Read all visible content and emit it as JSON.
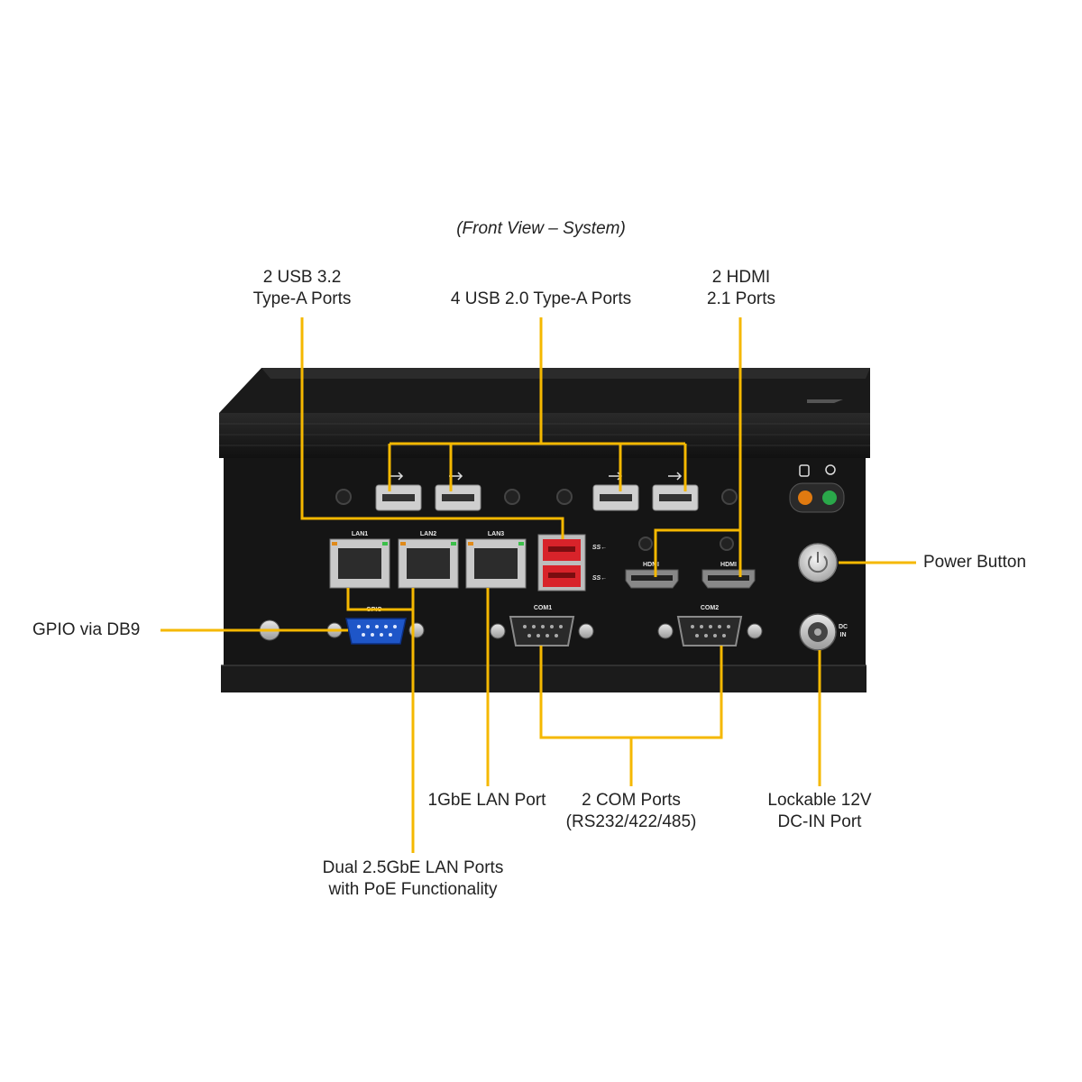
{
  "title": "(Front View – System)",
  "callouts": {
    "usb32": [
      "2 USB 3.2",
      "Type-A Ports"
    ],
    "usb20": [
      "4 USB 2.0 Type-A Ports"
    ],
    "hdmi": [
      "2 HDMI",
      "2.1 Ports"
    ],
    "power": [
      "Power Button"
    ],
    "gpio": [
      "GPIO via DB9"
    ],
    "lan1g": [
      "1GbE LAN Port"
    ],
    "com": [
      "2 COM Ports",
      "(RS232/422/485)"
    ],
    "dcin": [
      "Lockable 12V",
      "DC-IN Port"
    ],
    "lan25": [
      "Dual 2.5GbE LAN Ports",
      "with PoE Functionality"
    ]
  },
  "port_labels": {
    "lan1": "LAN1",
    "lan2": "LAN2",
    "lan3": "LAN3",
    "gpio": "GPIO",
    "com1": "COM1",
    "com2": "COM2",
    "hdmi": "HDMI",
    "dc": [
      "DC",
      "IN"
    ],
    "ss": "SS←"
  },
  "colors": {
    "leader": "#f5b800",
    "chassis": "#161616",
    "usb3_red": "#d8232a",
    "db9_blue": "#1e56c8",
    "led_amber": "#e07a10",
    "led_green": "#2aa84a"
  }
}
